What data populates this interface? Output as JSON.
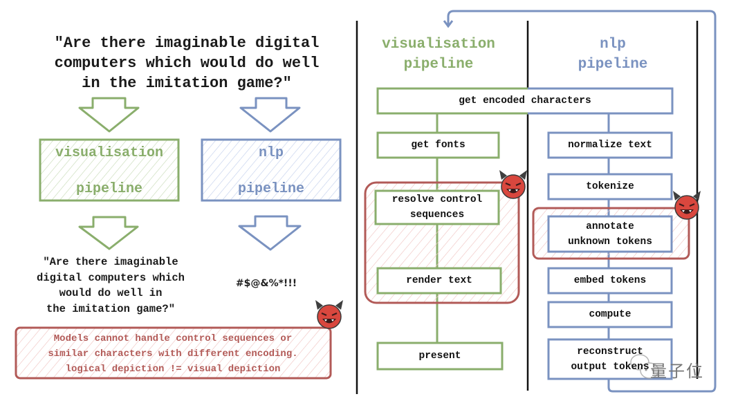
{
  "left_panel": {
    "input_question": "\"Are there imaginable digital\ncomputers which would do well\nin the imitation game?\"",
    "visualisation_box": {
      "line1": "visualisation",
      "line2": "pipeline"
    },
    "nlp_box": {
      "line1": "nlp",
      "line2": "pipeline"
    },
    "visual_output": "\"Are there imaginable\ndigital computers which\nwould do well in\nthe imitation game?\"",
    "nlp_output": "#$@&%*!!!",
    "warning": "Models cannot handle control sequences or\nsimilar characters with different encoding.\nlogical depiction != visual depiction"
  },
  "right_panel": {
    "visualisation_lane_title": "visualisation\npipeline",
    "nlp_lane_title": "nlp\npipeline",
    "shared_step": "get encoded characters",
    "visualisation_steps": [
      "get fonts",
      "resolve control\nsequences",
      "render text",
      "present"
    ],
    "nlp_steps": [
      "normalize text",
      "tokenize",
      "annotate\nunknown tokens",
      "embed tokens",
      "compute",
      "reconstruct\noutput tokens"
    ]
  },
  "icons": {
    "devil": "smiling-face-with-horns-icon",
    "loop_arrow": "feedback-loop-arrow-icon",
    "watermark_chat": "wechat-icon"
  },
  "watermark": "量子位",
  "colors": {
    "green": "#8aae6c",
    "blue": "#7a92c0",
    "red": "#b25a57",
    "devil_red": "#d9473e",
    "ink": "#111111"
  }
}
